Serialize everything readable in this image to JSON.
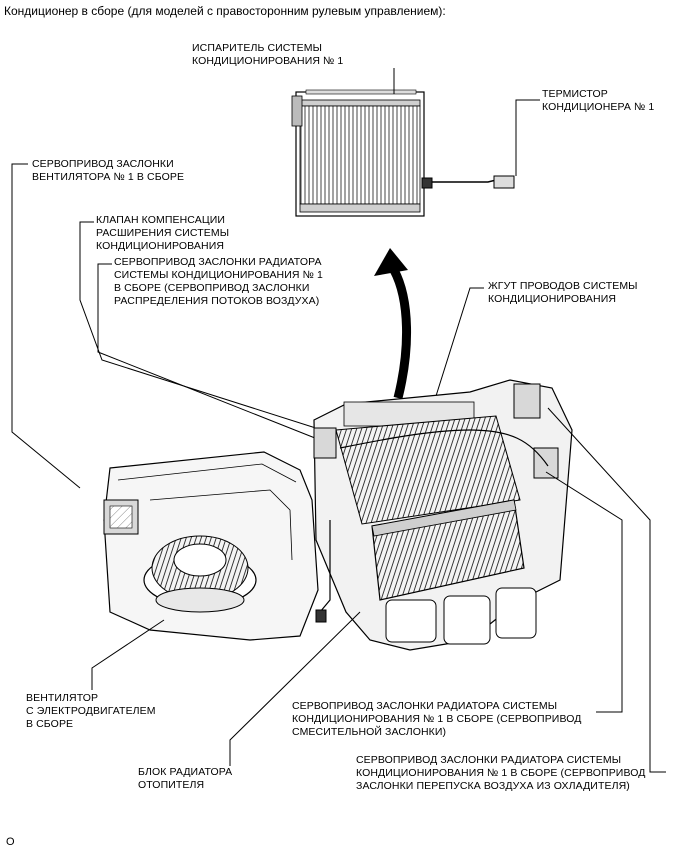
{
  "title": "Кондиционер в сборе (для моделей с правосторонним рулевым управлением):",
  "labels": {
    "evaporator": "ИСПАРИТЕЛЬ СИСТЕМЫ\nКОНДИЦИОНИРОВАНИЯ № 1",
    "thermistor": "ТЕРМИСТОР\nКОНДИЦИОНЕРА № 1",
    "fan_damper_servo": "СЕРВОПРИВОД ЗАСЛОНКИ\nВЕНТИЛЯТОРА № 1 В СБОРЕ",
    "expansion_valve": "КЛАПАН КОМПЕНСАЦИИ\nРАСШИРЕНИЯ СИСТЕМЫ\nКОНДИЦИОНИРОВАНИЯ",
    "distribution_servo": "СЕРВОПРИВОД ЗАСЛОНКИ РАДИАТОРА\nСИСТЕМЫ КОНДИЦИОНИРОВАНИЯ № 1\nВ СБОРЕ (СЕРВОПРИВОД ЗАСЛОНКИ\nРАСПРЕДЕЛЕНИЯ ПОТОКОВ ВОЗДУХА)",
    "wire_harness": "ЖГУТ ПРОВОДОВ СИСТЕМЫ\nКОНДИЦИОНИРОВАНИЯ",
    "blower": "ВЕНТИЛЯТОР\nС ЭЛЕКТРОДВИГАТЕЛЕМ\nВ СБОРЕ",
    "mixing_servo": "СЕРВОПРИВОД ЗАСЛОНКИ РАДИАТОРА СИСТЕМЫ\nКОНДИЦИОНИРОВАНИЯ № 1 В СБОРЕ (СЕРВОПРИВОД\nСМЕСИТЕЛЬНОЙ ЗАСЛОНКИ)",
    "heater_core": "БЛОК РАДИАТОРА\nОТОПИТЕЛЯ",
    "bypass_servo": "СЕРВОПРИВОД ЗАСЛОНКИ РАДИАТОРА СИСТЕМЫ\nКОНДИЦИОНИРОВАНИЯ № 1 В СБОРЕ (СЕРВОПРИВОД\nЗАСЛОНКИ ПЕРЕПУСКА ВОЗДУХА ИЗ ОХЛАДИТЕЛЯ)"
  },
  "figure_code": "O"
}
